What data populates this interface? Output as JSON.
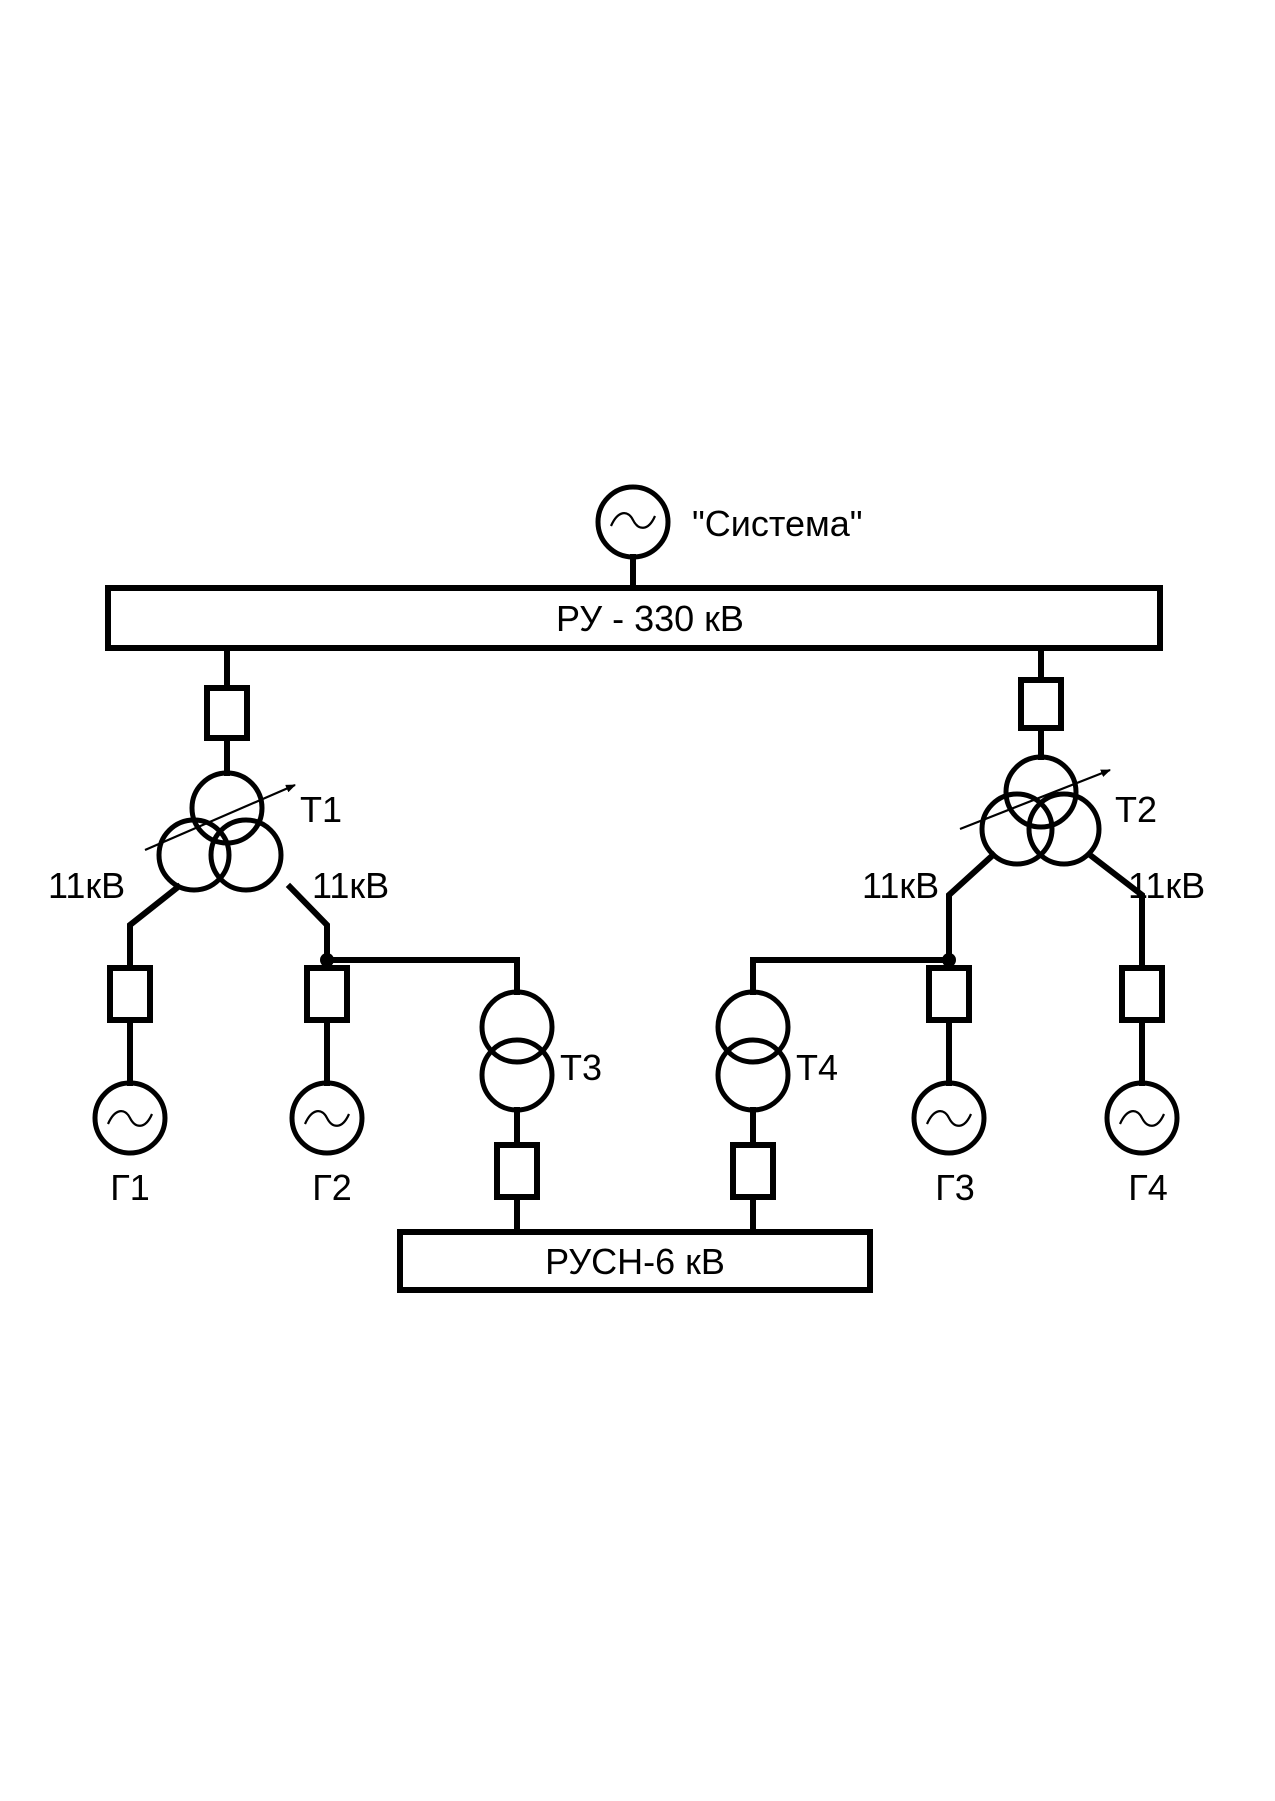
{
  "diagram": {
    "type": "single-line electrical diagram",
    "system": {
      "label": "\"Система\"",
      "symbol": "ac-source-icon"
    },
    "buses": {
      "main": {
        "label": "РУ - 330 кВ"
      },
      "aux": {
        "label": "РУСН-6 кВ"
      }
    },
    "transformers": [
      {
        "id": "T1",
        "label": "Т1",
        "kind": "three-winding with on-load tap changer",
        "lv_left": "11кВ",
        "lv_right": "11кВ"
      },
      {
        "id": "T2",
        "label": "Т2",
        "kind": "three-winding with on-load tap changer",
        "lv_left": "11кВ",
        "lv_right": "11кВ"
      },
      {
        "id": "T3",
        "label": "Т3",
        "kind": "two-winding"
      },
      {
        "id": "T4",
        "label": "Т4",
        "kind": "two-winding"
      }
    ],
    "generators": [
      {
        "id": "G1",
        "label": "Г1"
      },
      {
        "id": "G2",
        "label": "Г2"
      },
      {
        "id": "G3",
        "label": "Г3"
      },
      {
        "id": "G4",
        "label": "Г4"
      }
    ],
    "connections": [
      "\"Система\" — РУ - 330 кВ",
      "РУ - 330 кВ — выключатель — Т1",
      "РУ - 330 кВ — выключатель — Т2",
      "Т1 (11кВ) — выключатель — Г1",
      "Т1 (11кВ) — выключатель — Г2",
      "Т1 (11кВ) — Т3 — выключатель — РУСН-6 кВ",
      "Т2 (11кВ) — выключатель — Г3",
      "Т2 (11кВ) — выключатель — Г4",
      "Т2 (11кВ) — Т4 — выключатель — РУСН-6 кВ"
    ]
  }
}
